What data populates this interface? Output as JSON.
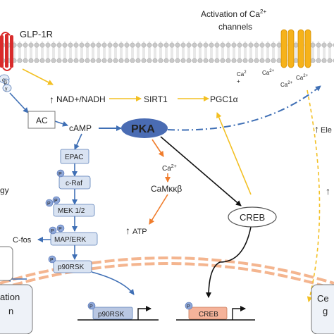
{
  "labels": {
    "receptor": "GLP-1R",
    "ca_channel_line1": "Activation of Ca",
    "ca_channel_sup": "2+",
    "ca_channel_line2": "channels",
    "ca_ion_1": "Ca",
    "ca_ion_1_sup": "2",
    "ca_ion_plus": "+",
    "ca_ion_2": "Ca",
    "ca_ion_2_sup": "2+",
    "ca_ion_3": "Ca",
    "ca_ion_3_sup": "2+",
    "ca_ion_4": "Ca",
    "ca_ion_4_sup": "2+",
    "g_subunit_a": "α",
    "g_subunit_b": "β",
    "g_subunit_g": "γ",
    "nad_nadh": "NAD+/NADH",
    "sirt1": "SIRT1",
    "pgc1a": "PGC1α",
    "ac": "AC",
    "camp": "cAMP",
    "pka": "PKA",
    "epac": "EPAC",
    "c_raf": "c-Raf",
    "mek": "MEK 1/2",
    "map_erk": "MAP/ERK",
    "p90rsk": "p90RSK",
    "ca2_cyto": "Ca",
    "ca2_cyto_sup": "2+",
    "camkkb": "CaMκκβ",
    "atp": "ATP",
    "creb": "CREB",
    "c_fos": "C-fos",
    "gene_p90rsk": "p90RSK",
    "gene_creb": "CREB",
    "phospho": "P",
    "left_partial_1": "gy",
    "left_partial_2": "ation",
    "left_partial_3": "n",
    "right_partial_1": "Ele",
    "right_partial_2": "Ce",
    "right_partial_3": "g"
  },
  "colors": {
    "membrane": "#b8b8b8",
    "receptor": "#d92b2b",
    "channel": "#f6b21a",
    "pka": "#4a6cb3",
    "blue_arrow": "#3f6fb5",
    "orange_arrow": "#f07c2b",
    "yellow_arrow": "#f3c023",
    "nucleus": "#f4b58f",
    "up_arrow": "#3b9a3b",
    "node_fill": "#d9e3f2",
    "node_stroke": "#5b7fb8",
    "gene_creb": "#f5b39a",
    "gene_p90": "#b9c7e2"
  }
}
